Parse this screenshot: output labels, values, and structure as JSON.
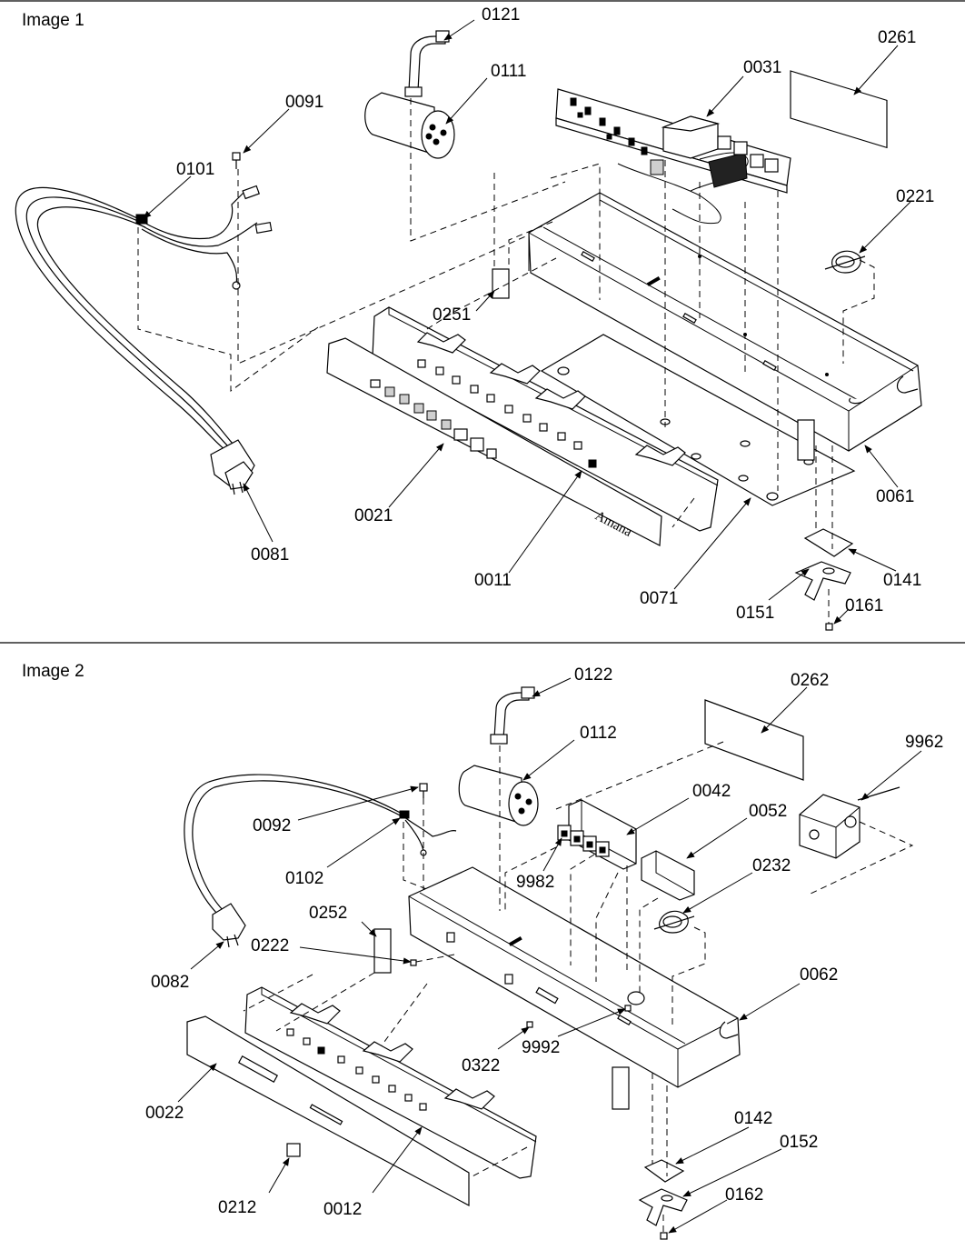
{
  "image1": {
    "title": "Image 1",
    "labels": {
      "p0121": "0121",
      "p0111": "0111",
      "p0031": "0031",
      "p0261": "0261",
      "p0091": "0091",
      "p0101": "0101",
      "p0221": "0221",
      "p0251": "0251",
      "p0021": "0021",
      "p0011": "0011",
      "p0071": "0071",
      "p0061": "0061",
      "p0081": "0081",
      "p0141": "0141",
      "p0151": "0151",
      "p0161": "0161"
    },
    "brand_text": "Amana"
  },
  "image2": {
    "title": "Image 2",
    "labels": {
      "p0122": "0122",
      "p0262": "0262",
      "p0112": "0112",
      "p9962": "9962",
      "p0042": "0042",
      "p0052": "0052",
      "p0092": "0092",
      "p0102": "0102",
      "p9982": "9982",
      "p0232": "0232",
      "p0252": "0252",
      "p0222": "0222",
      "p0082": "0082",
      "p0062": "0062",
      "p0322": "0322",
      "p9992": "9992",
      "p0022": "0022",
      "p0142": "0142",
      "p0152": "0152",
      "p0162": "0162",
      "p0212": "0212",
      "p0012": "0012"
    }
  }
}
